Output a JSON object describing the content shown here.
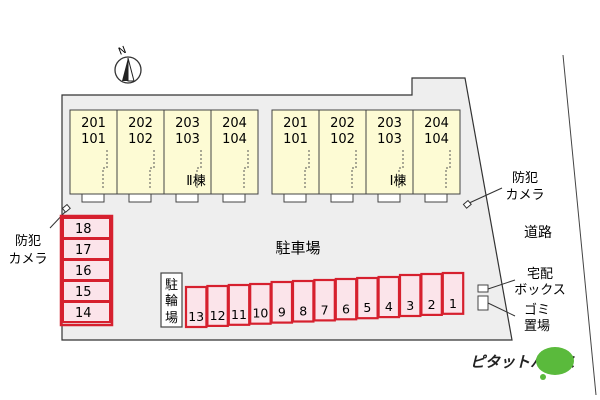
{
  "compass": {
    "letter": "N"
  },
  "buildings": [
    {
      "name": "Ⅱ棟",
      "units": [
        {
          "upper": "201",
          "lower": "101"
        },
        {
          "upper": "202",
          "lower": "102"
        },
        {
          "upper": "203",
          "lower": "103"
        },
        {
          "upper": "204",
          "lower": "104"
        }
      ]
    },
    {
      "name": "Ⅰ棟",
      "units": [
        {
          "upper": "201",
          "lower": "101"
        },
        {
          "upper": "202",
          "lower": "102"
        },
        {
          "upper": "203",
          "lower": "103"
        },
        {
          "upper": "204",
          "lower": "104"
        }
      ]
    }
  ],
  "labels": {
    "parking": "駐車場",
    "road": "道路",
    "bicycle": [
      "駐",
      "輪",
      "場"
    ],
    "camera_left": [
      "防犯",
      "カメラ"
    ],
    "camera_right": [
      "防犯",
      "カメラ"
    ],
    "delivery_box": [
      "宅配",
      "ボックス"
    ],
    "garbage": [
      "ゴミ",
      "置場"
    ]
  },
  "parking_left": [
    "18",
    "17",
    "16",
    "15",
    "14"
  ],
  "parking_bottom": [
    "13",
    "12",
    "11",
    "10",
    "9",
    "8",
    "7",
    "6",
    "5",
    "4",
    "3",
    "2",
    "1"
  ],
  "brand": {
    "name": "ピタットハウス"
  },
  "colors": {
    "ground": "#eeeeee",
    "building": "#fdfbd4",
    "parking_border": "#d6202e",
    "parking_fill": "#fbe4ea",
    "brand_green": "#5aba3c"
  }
}
